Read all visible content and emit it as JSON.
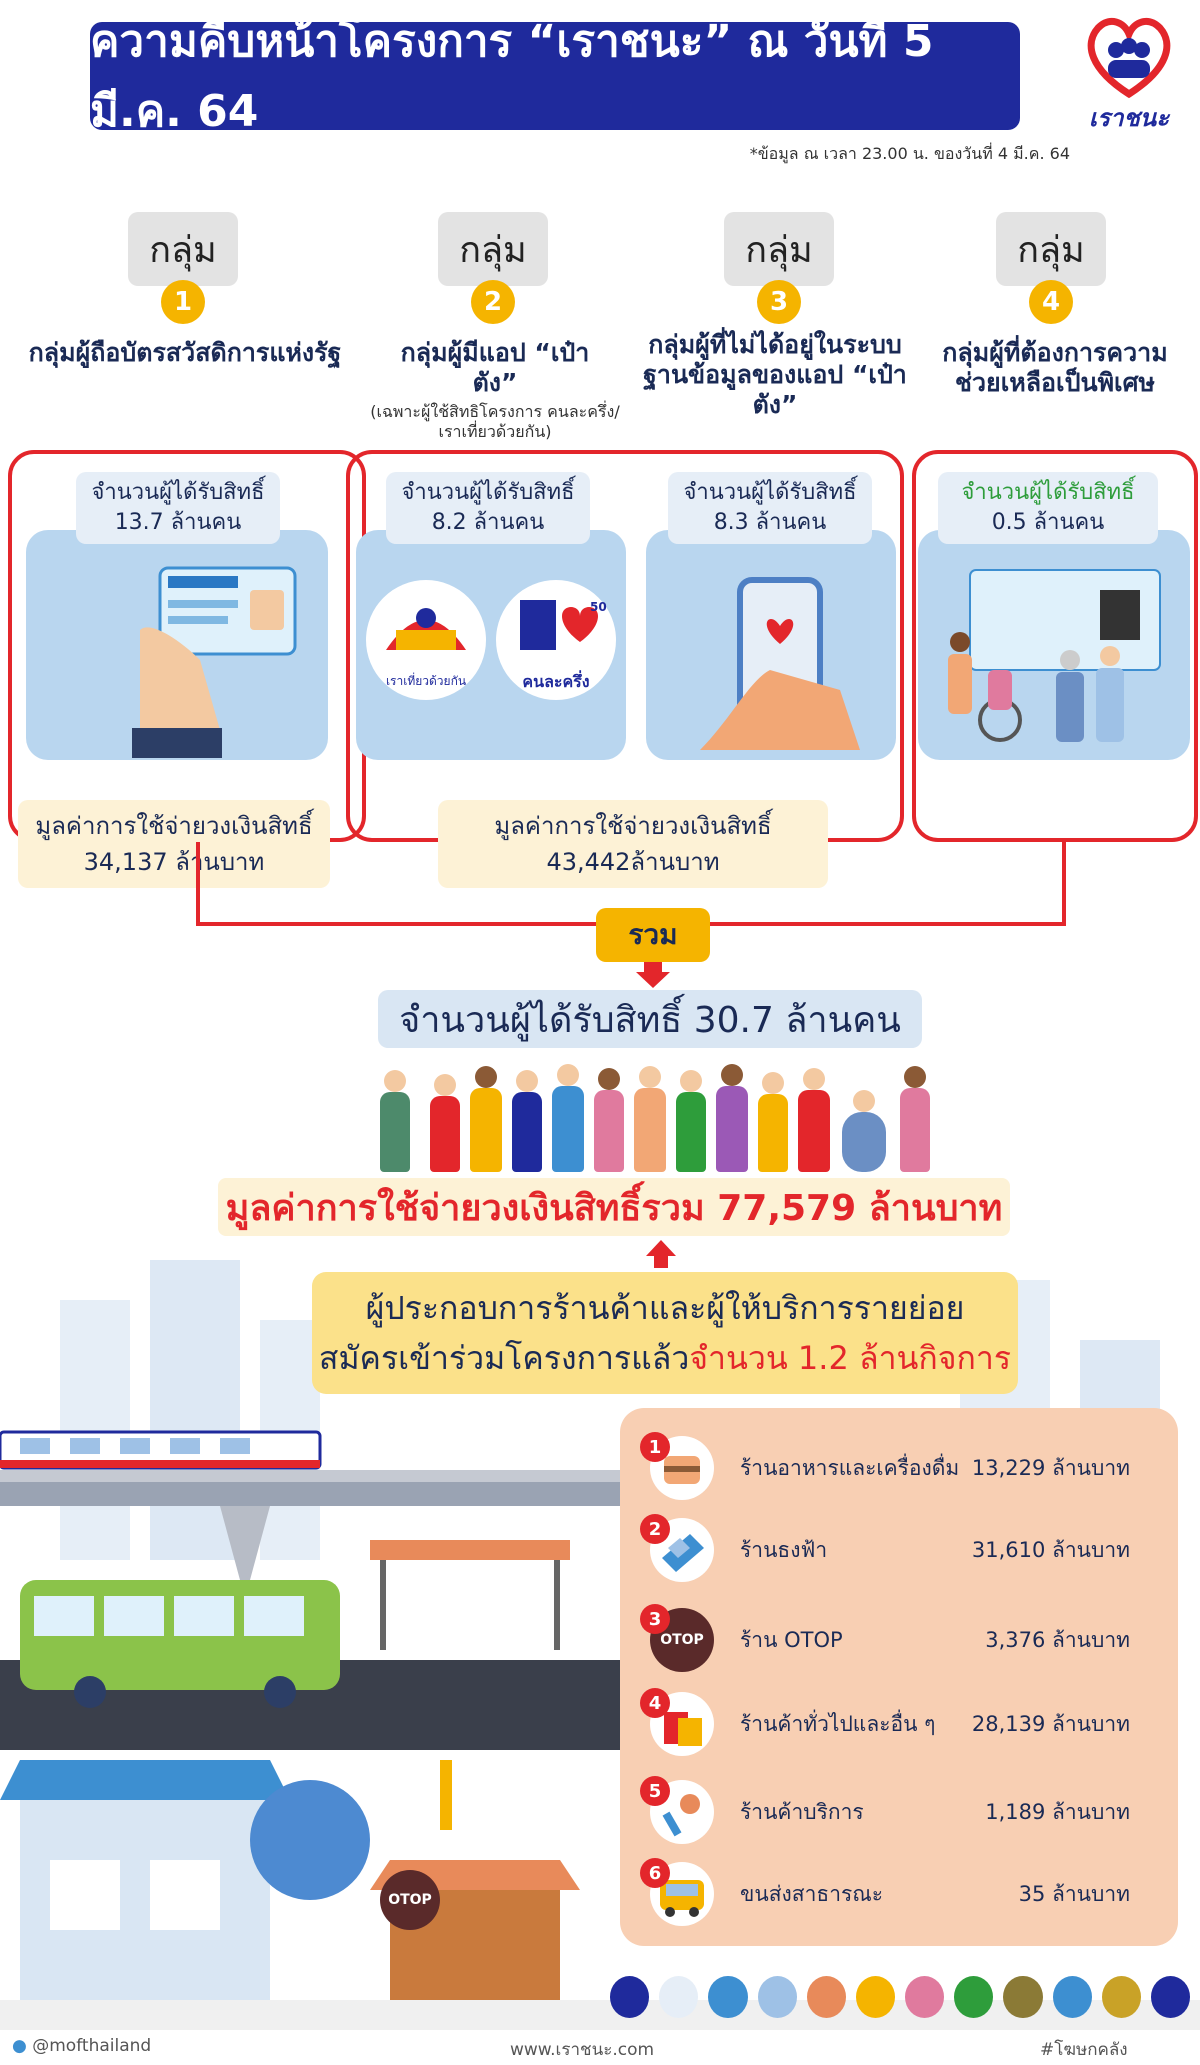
{
  "header": {
    "title": "ความคืบหน้าโครงการ “เราชนะ” ณ วันที่ 5 มี.ค. 64",
    "logo_text": "เราชนะ",
    "note": "*ข้อมูล ณ เวลา 23.00 น. ของวันที่ 4 มี.ค. 64"
  },
  "group_label": "กลุ่ม",
  "groups": [
    {
      "num": "1",
      "name": "กลุ่มผู้ถือบัตรสวัสดิการแห่งรัฐ",
      "sub": ""
    },
    {
      "num": "2",
      "name": "กลุ่มผู้มีแอป “เป๋าตัง”",
      "sub": "(เฉพาะผู้ใช้สิทธิโครงการ คนละครึ่ง/เราเที่ยวด้วยกัน)"
    },
    {
      "num": "3",
      "name": "กลุ่มผู้ที่ไม่ได้อยู่ในระบบฐานข้อมูลของแอป “เป๋าตัง”",
      "sub": ""
    },
    {
      "num": "4",
      "name": "กลุ่มผู้ที่ต้องการความช่วยเหลือเป็นพิเศษ",
      "sub": ""
    }
  ],
  "cards": [
    {
      "label": "จำนวนผู้ได้รับสิทธิ์",
      "value": "13.7 ล้านคน"
    },
    {
      "label": "จำนวนผู้ได้รับสิทธิ์",
      "value": "8.2 ล้านคน"
    },
    {
      "label": "จำนวนผู้ได้รับสิทธิ์",
      "value": "8.3 ล้านคน"
    },
    {
      "label": "จำนวนผู้ได้รับสิทธิ์",
      "value": "0.5 ล้านคน"
    }
  ],
  "logos": {
    "travel": "เราเที่ยวด้วยกัน",
    "half": "คนละครึ่ง",
    "half_badge": "50"
  },
  "spend": [
    {
      "label": "มูลค่าการใช้จ่ายวงเงินสิทธิ์",
      "value": "34,137 ล้านบาท"
    },
    {
      "label": "มูลค่าการใช้จ่ายวงเงินสิทธิ์",
      "value": "43,442ล้านบาท"
    }
  ],
  "sum_tag": "รวม",
  "total_people": "จำนวนผู้ได้รับสิทธิ์ 30.7 ล้านคน",
  "total_value": "มูลค่าการใช้จ่ายวงเงินสิทธิ์รวม 77,579 ล้านบาท",
  "merchants": {
    "line1": "ผู้ประกอบการร้านค้าและผู้ให้บริการรายย่อย",
    "line2_a": "สมัครเข้าร่วมโครงการแล้ว",
    "line2_b": "จำนวน 1.2 ล้านกิจการ"
  },
  "shops": [
    {
      "num": "1",
      "name": "ร้านอาหารและเครื่องดื่ม",
      "value": "13,229 ล้านบาท"
    },
    {
      "num": "2",
      "name": "ร้านธงฟ้า",
      "value": "31,610 ล้านบาท"
    },
    {
      "num": "3",
      "name": "ร้าน OTOP",
      "value": "3,376 ล้านบาท"
    },
    {
      "num": "4",
      "name": "ร้านค้าทั่วไปและอื่น ๆ",
      "value": "28,139 ล้านบาท"
    },
    {
      "num": "5",
      "name": "ร้านค้าบริการ",
      "value": "1,189 ล้านบาท"
    },
    {
      "num": "6",
      "name": "ขนส่งสาธารณะ",
      "value": "35 ล้านบาท"
    }
  ],
  "otop": "OTOP",
  "footer": {
    "twitter": "@mofthailand",
    "site": "www.เราชนะ.com",
    "hashtag": "#โฆษกคลัง"
  },
  "colors": {
    "navy": "#1f2a9c",
    "red": "#e3262b",
    "yellow": "#f5b400",
    "card_blue": "#b9d6ef",
    "cream": "#fdf2d6",
    "peach": "#f8cfb3"
  }
}
